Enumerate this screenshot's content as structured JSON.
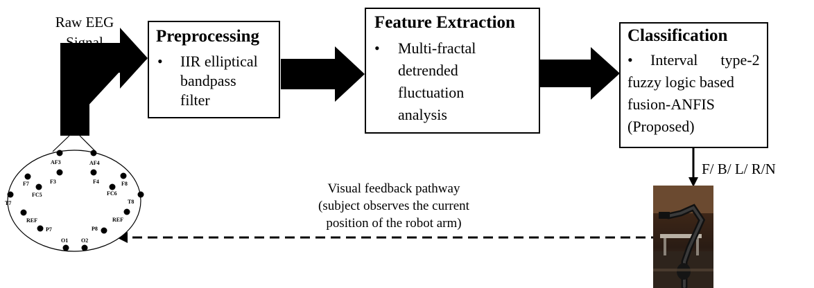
{
  "input": {
    "label_line1": "Raw EEG",
    "label_line2": "Signal"
  },
  "stages": [
    {
      "title": "Preprocessing",
      "bullet": "•",
      "lines": [
        "IIR elliptical",
        "bandpass",
        "filter"
      ]
    },
    {
      "title": "Feature Extraction",
      "bullet": "•",
      "lines": [
        "Multi-fractal",
        "detrended",
        "fluctuation",
        "analysis"
      ]
    },
    {
      "title": "Classification",
      "bullet": "•",
      "lines": [
        "Interval      type-2",
        "fuzzy logic based",
        "fusion-ANFIS",
        "(Proposed)"
      ]
    }
  ],
  "output": {
    "label": "F/ B/ L/ R/N"
  },
  "feedback": {
    "line1": "Visual feedback pathway",
    "line2": "(subject observes the current",
    "line3": "position of the robot arm)"
  },
  "electrodes": [
    "AF3",
    "AF4",
    "F7",
    "F3",
    "F4",
    "F8",
    "FC5",
    "FC6",
    "T7",
    "T8",
    "REF",
    "REF",
    "P7",
    "P8",
    "O1",
    "O2"
  ]
}
